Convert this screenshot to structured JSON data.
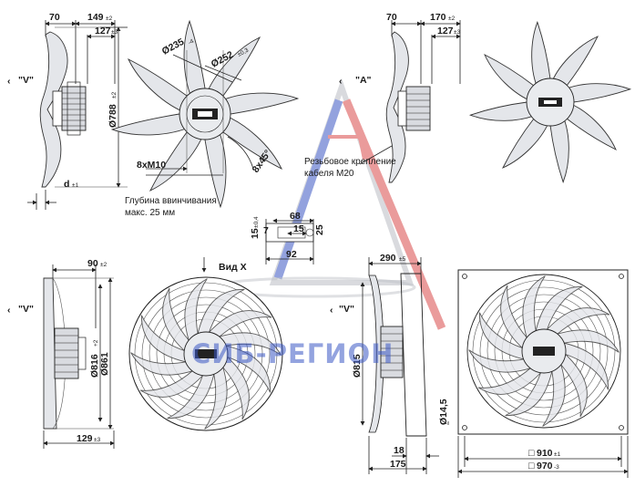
{
  "watermark": {
    "text": "СИБ-РЕГИОН",
    "colors": {
      "blue": "#3b57c4",
      "red": "#d94a4a",
      "grey": "#8a8f9a"
    }
  },
  "views": {
    "top_left_side": {
      "view_label": "\"V\"",
      "dims": [
        {
          "value": "70",
          "tol": ""
        },
        {
          "value": "149",
          "tol": "±2"
        },
        {
          "value": "127",
          "tol": "±3"
        },
        {
          "value": "Ø788",
          "tol": "±2"
        },
        {
          "value": "d",
          "tol": "±1"
        }
      ]
    },
    "top_left_front": {
      "dims": [
        {
          "value": "Ø235",
          "tol": "-4"
        },
        {
          "value": "Ø252",
          "tol": "±0,3"
        },
        {
          "value": "8xM10",
          "tol": ""
        },
        {
          "value": "8x45°",
          "tol": ""
        }
      ],
      "note": [
        "Глубина ввинчивания",
        "макс. 25 мм"
      ]
    },
    "top_right_side": {
      "view_label": "\"A\"",
      "dims": [
        {
          "value": "70",
          "tol": ""
        },
        {
          "value": "170",
          "tol": "±2"
        },
        {
          "value": "127",
          "tol": "±3"
        }
      ],
      "note": [
        "Резьбовое крепление",
        "кабеля M20"
      ]
    },
    "detail_x": {
      "dims": [
        "15",
        "7",
        "68",
        "15",
        "25",
        "92"
      ],
      "dim_tol": "±0,4",
      "label": "Вид X"
    },
    "bottom_left_side": {
      "view_label": "\"V\"",
      "dims": [
        {
          "value": "90",
          "tol": "±2"
        },
        {
          "value": "Ø816",
          "tol": "+2"
        },
        {
          "value": "Ø861",
          "tol": ""
        },
        {
          "value": "129",
          "tol": "±3"
        }
      ]
    },
    "bottom_mid_side": {
      "view_label": "\"V\"",
      "dims": [
        {
          "value": "290",
          "tol": "±5"
        },
        {
          "value": "Ø815",
          "tol": ""
        },
        {
          "value": "18",
          "tol": ""
        },
        {
          "value": "175",
          "tol": ""
        }
      ]
    },
    "bottom_right_front": {
      "dims": [
        {
          "value": "Ø14,5",
          "tol": ""
        },
        {
          "value": "910",
          "tol": "±1"
        },
        {
          "value": "970",
          "tol": "-3"
        }
      ]
    }
  }
}
